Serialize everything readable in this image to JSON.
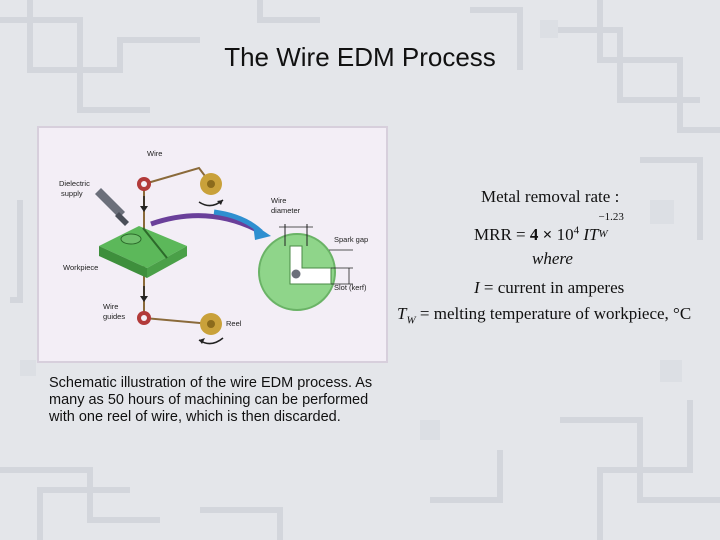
{
  "slide": {
    "title": "The Wire EDM Process",
    "caption": "Schematic illustration of the wire EDM process.  As many as 50 hours of machining can be performed with one reel of wire, which is then discarded."
  },
  "figure": {
    "labels": {
      "wire": "Wire",
      "dielectric_1": "Dielectric",
      "dielectric_2": "supply",
      "workpiece": "Workpiece",
      "wire_guides_1": "Wire",
      "wire_guides_2": "guides",
      "reel": "Reel",
      "wire_diameter_1": "Wire",
      "wire_diameter_2": "diameter",
      "spark_gap": "Spark gap",
      "slot": "Slot (kerf)"
    }
  },
  "formula": {
    "heading": "Metal removal rate :",
    "mrr_lhs": "MRR",
    "equals": "=",
    "coef": "4",
    "times": "×",
    "ten": "10",
    "exp4": "4",
    "I": "I",
    "T": "T",
    "sub_w": "W",
    "exp_neg": "−1.23",
    "where": "where",
    "current_I": "I",
    "current_text": "= current in amperes",
    "melt_T": "T",
    "melt_sub": "W",
    "melt_text": "= melting temperature of workpiece, °C"
  },
  "colors": {
    "background": "#e4e6ea",
    "figure_bg": "#f3eef6",
    "workpiece_green": "#5cb85a",
    "zoom_green": "#8fd58a",
    "arrow_purple": "#6a3f9a",
    "arrow_blue": "#2e8fd0",
    "pulley_red": "#b23a3a",
    "reel_gold": "#c9a13a"
  }
}
